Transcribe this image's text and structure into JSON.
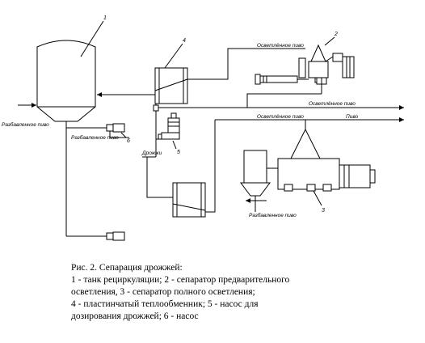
{
  "diagram": {
    "labels": {
      "recycled_beer_in_left": "Разбавленное пиво",
      "recycled_beer_in_1": "Разбавленное пиво",
      "recycled_beer_in_2": "Разбавленное пиво",
      "clarified_beer_top": "Осветлённое пиво",
      "clarified_beer_mid": "Осветлённое пиво",
      "clarified_beer_main": "Осветлённое пиво",
      "beer_out": "Пиво",
      "yeast": "Дрожжи"
    },
    "numbers": {
      "n1": "1",
      "n2": "2",
      "n3": "3",
      "n4": "4",
      "n5": "5",
      "n6": "6"
    }
  },
  "caption": {
    "line1": "Рис. 2. Сепарация дрожжей:",
    "line2": "1 - танк рециркуляции; 2 - сепаратор предварительного",
    "line3": "осветления, 3 - сепаратор полного осветления;",
    "line4": "4 - пластинчатый теплообменник; 5 - насос для",
    "line5": "дозирования дрожжей; 6 - насос"
  }
}
